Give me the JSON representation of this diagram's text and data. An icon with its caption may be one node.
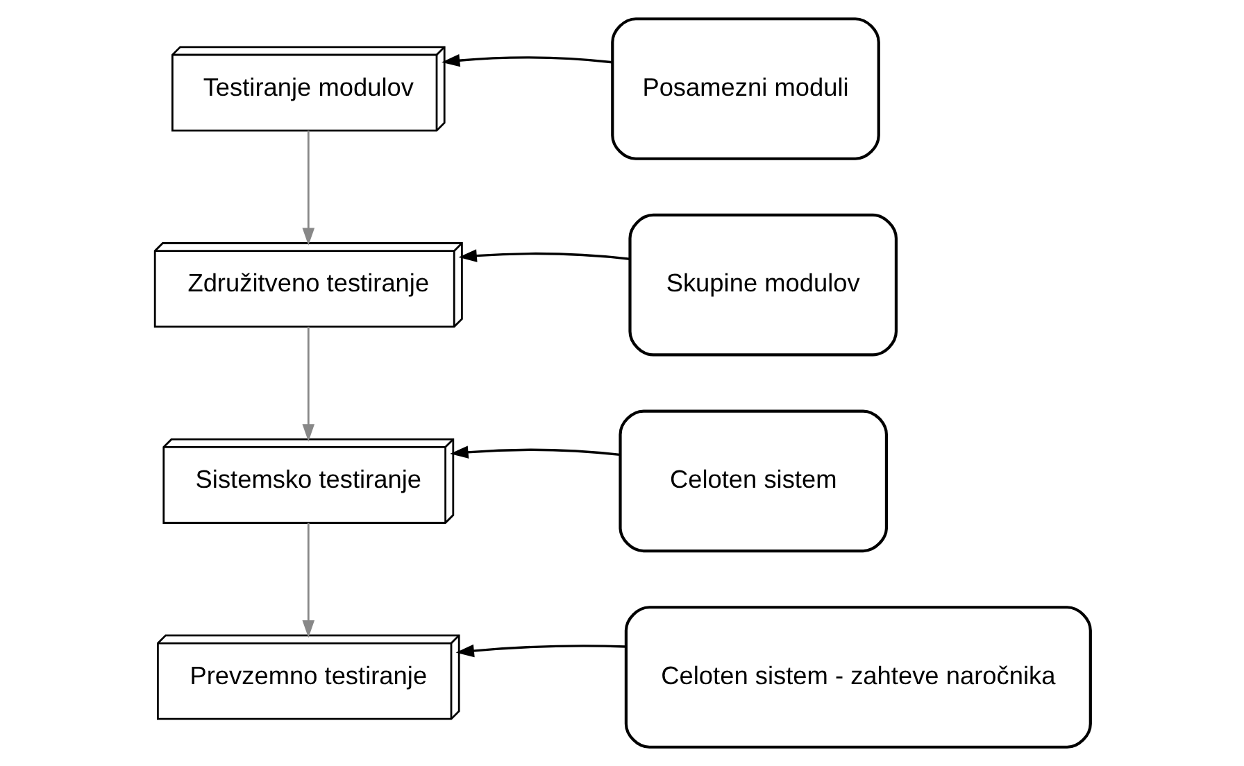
{
  "diagram": {
    "nodes": [
      {
        "text": [
          "Testiranje modulov"
        ]
      },
      {
        "text": [
          "Združitveno testiranje"
        ]
      },
      {
        "text": [
          "Sistemsko testiranje"
        ]
      },
      {
        "text": [
          "Prevzemno testiranje"
        ]
      },
      {
        "text": [
          "Posamezni moduli"
        ]
      },
      {
        "text": [
          "Skupine modulov"
        ]
      },
      {
        "text": [
          "Celoten sistem"
        ]
      },
      {
        "text": [
          "Celoten sistem - zahteve naročnika"
        ]
      }
    ],
    "edges": [
      {
        "from": 0,
        "to": 1,
        "arrow": "to",
        "color": "#888888"
      },
      {
        "from": 1,
        "to": 2,
        "arrow": "to",
        "color": "#888888"
      },
      {
        "from": 2,
        "to": 3,
        "arrow": "to",
        "color": "#888888"
      },
      {
        "from": 4,
        "to": 0,
        "arrow": "to"
      },
      {
        "from": 5,
        "to": 1,
        "arrow": "to"
      },
      {
        "from": 6,
        "to": 2,
        "arrow": "to"
      },
      {
        "from": 7,
        "to": 3,
        "arrow": "to"
      }
    ]
  }
}
